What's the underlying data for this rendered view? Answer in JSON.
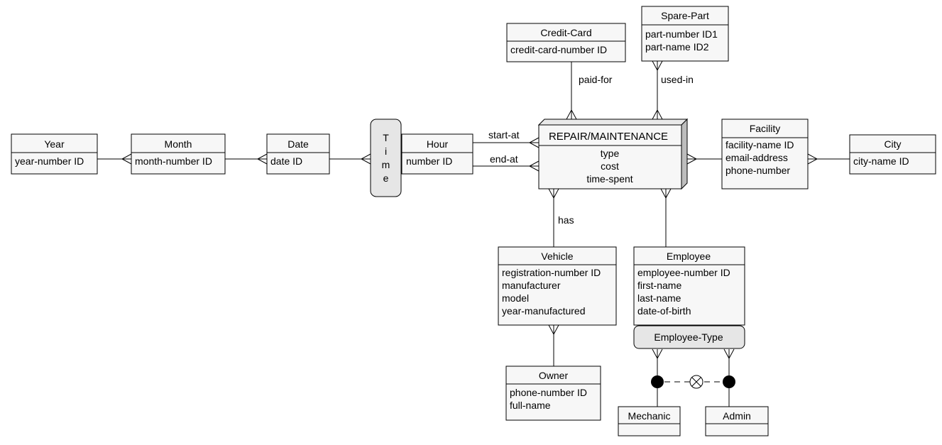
{
  "entities": {
    "year": {
      "title": "Year",
      "attributes": [
        "year-number ID"
      ]
    },
    "month": {
      "title": "Month",
      "attributes": [
        "month-number ID"
      ]
    },
    "date": {
      "title": "Date",
      "attributes": [
        "date ID"
      ]
    },
    "time": {
      "letters": [
        "T",
        "i",
        "m",
        "e"
      ]
    },
    "hour": {
      "title": "Hour",
      "attributes": [
        "number ID"
      ]
    },
    "credit_card": {
      "title": "Credit-Card",
      "attributes": [
        "credit-card-number ID"
      ]
    },
    "spare_part": {
      "title": "Spare-Part",
      "attributes": [
        "part-number ID1",
        "part-name ID2"
      ]
    },
    "repair": {
      "title": "REPAIR/MAINTENANCE",
      "attributes": [
        "type",
        "cost",
        "time-spent"
      ]
    },
    "facility": {
      "title": "Facility",
      "attributes": [
        "facility-name ID",
        "email-address",
        "phone-number"
      ]
    },
    "city": {
      "title": "City",
      "attributes": [
        "city-name ID"
      ]
    },
    "vehicle": {
      "title": "Vehicle",
      "attributes": [
        "registration-number ID",
        "manufacturer",
        "model",
        "year-manufactured"
      ]
    },
    "employee": {
      "title": "Employee",
      "attributes": [
        "employee-number ID",
        "first-name",
        "last-name",
        "date-of-birth"
      ]
    },
    "employee_type": {
      "title": "Employee-Type"
    },
    "owner": {
      "title": "Owner",
      "attributes": [
        "phone-number ID",
        "full-name"
      ]
    },
    "mechanic": {
      "title": "Mechanic"
    },
    "admin": {
      "title": "Admin"
    }
  },
  "relationships": {
    "paid_for": "paid-for",
    "used_in": "used-in",
    "start_at": "start-at",
    "end_at": "end-at",
    "has": "has"
  }
}
